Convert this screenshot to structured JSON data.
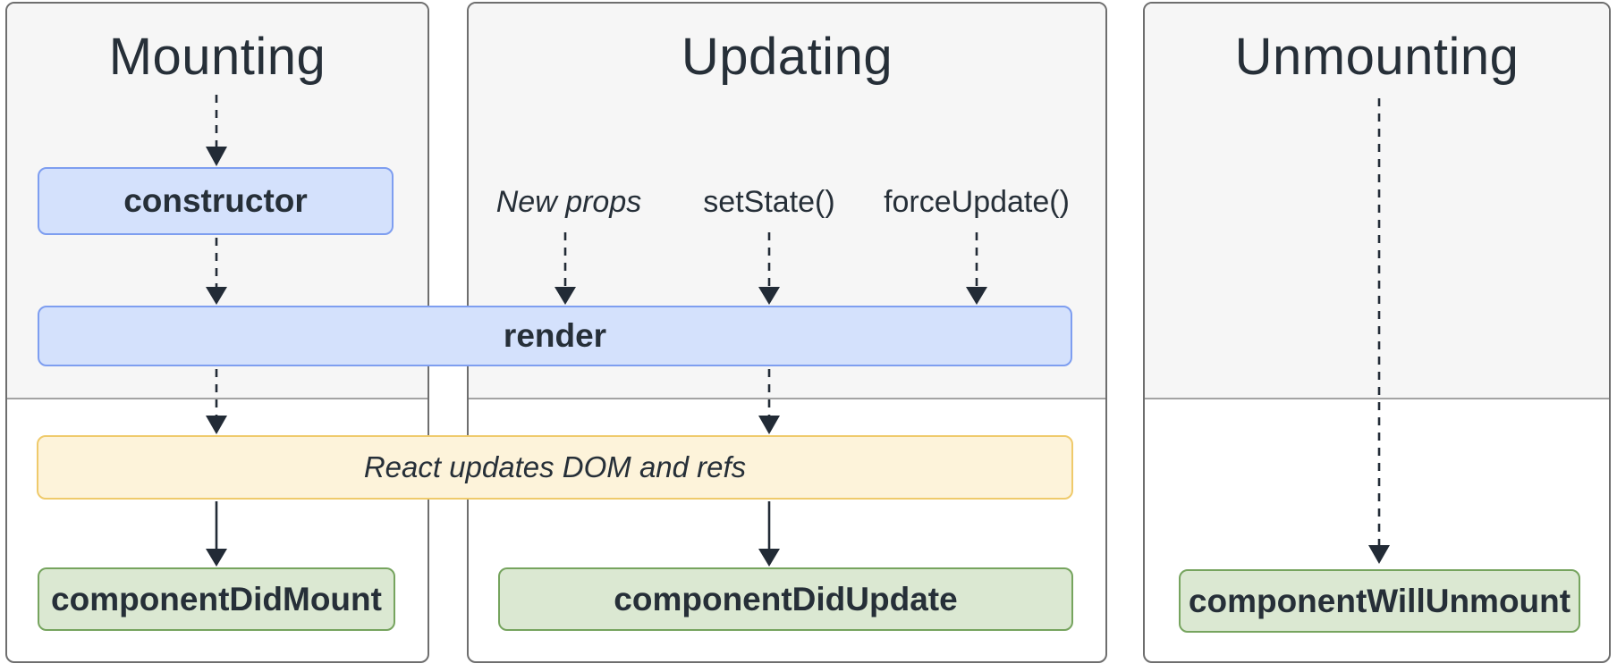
{
  "columns": {
    "mounting": {
      "title": "Mounting"
    },
    "updating": {
      "title": "Updating",
      "triggers": {
        "new_props": "New props",
        "set_state": "setState()",
        "force_update": "forceUpdate()"
      }
    },
    "unmounting": {
      "title": "Unmounting"
    }
  },
  "boxes": {
    "constructor": {
      "label": "constructor"
    },
    "render": {
      "label": "render"
    },
    "react_updates_dom": {
      "label": "React updates DOM and refs"
    },
    "component_did_mount": {
      "label": "componentDidMount"
    },
    "component_did_update": {
      "label": "componentDidUpdate"
    },
    "component_will_unmount": {
      "label": "componentWillUnmount"
    }
  },
  "colors": {
    "blue_box_bg": "#d4e1fc",
    "blue_box_border": "#7e9ef0",
    "yellow_box_bg": "#fdf3da",
    "yellow_box_border": "#efca6b",
    "green_box_bg": "#dbe8d2",
    "green_box_border": "#76a45e",
    "render_phase_bg": "#f6f6f6",
    "panel_border": "#6e6e6e",
    "phase_divider_line": "#a3a3a3",
    "arrow_color": "#222b36",
    "text_color": "#262f38",
    "page_bg": "#ffffff"
  }
}
